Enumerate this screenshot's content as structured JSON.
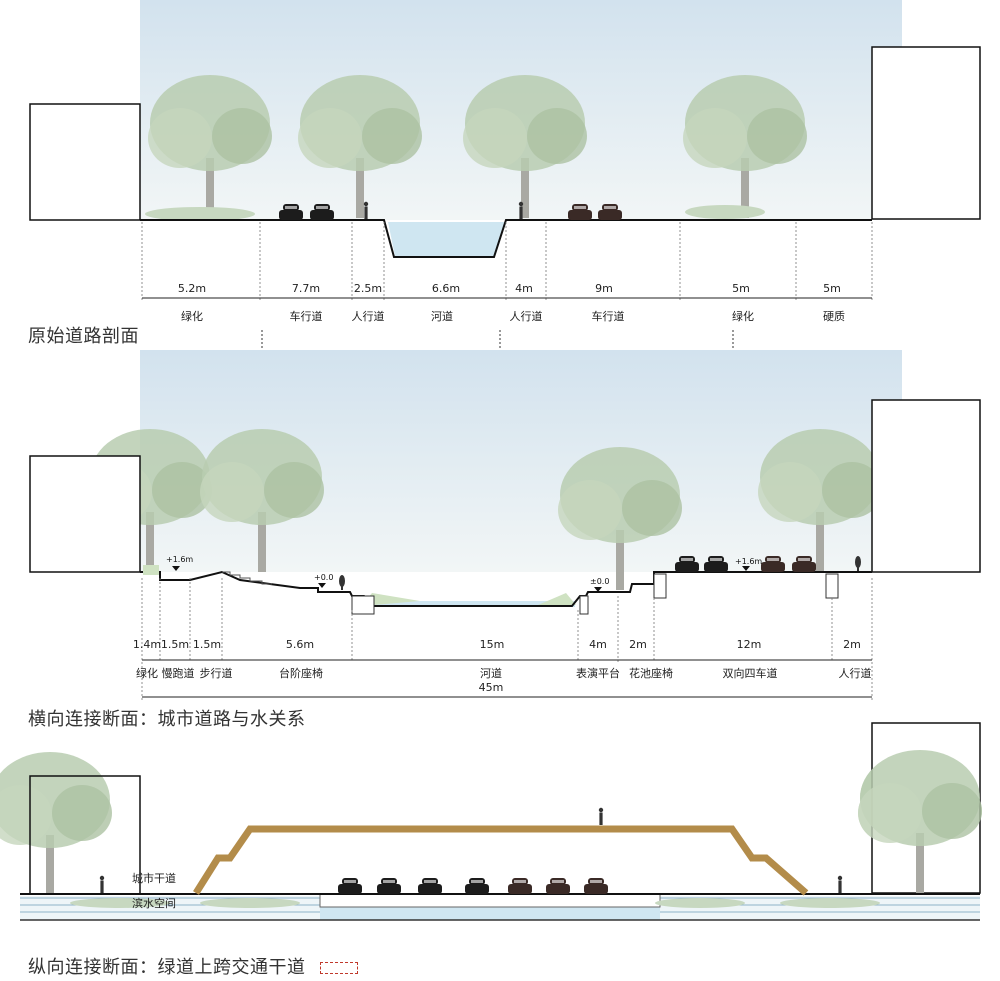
{
  "colors": {
    "sky": "#dde9f1",
    "tree": "#b9cdb0",
    "trunk": "#a9a9a3",
    "water": "#cfe6f1",
    "car_dark": "#3a2a26",
    "car_black": "#1c1c1c",
    "greenway": "#b38c4a",
    "legend_dash": "#c0392b"
  },
  "section1": {
    "title": "原始道路剖面",
    "dims": [
      "5.2m",
      "7.7m",
      "2.5m",
      "6.6m",
      "4m",
      "9m",
      "5m",
      "5m"
    ],
    "names": [
      "绿化",
      "车行道",
      "人行道",
      "河道",
      "人行道",
      "车行道",
      "绿化",
      "硬质"
    ]
  },
  "section2": {
    "title": "横向连接断面：城市道路与水关系",
    "dims": [
      "1.4m",
      "1.5m",
      "1.5m",
      "5.6m",
      "15m",
      "4m",
      "2m",
      "12m",
      "2m"
    ],
    "names": [
      "绿化",
      "慢跑道",
      "步行道",
      "台阶座椅",
      "河道",
      "表演平台",
      "花池座椅",
      "双向四车道",
      "人行道"
    ],
    "total": "45m",
    "elevations": [
      "+1.6m",
      "+0.0",
      "±0.0",
      "+1.6m"
    ]
  },
  "section3": {
    "title": "纵向连接断面：绿道上跨交通干道",
    "label_road": "城市干道",
    "label_water": "滨水空间"
  },
  "icons": [
    "car-icon",
    "tree-icon",
    "person-icon",
    "arrow-down-icon",
    "elevation-marker-icon"
  ]
}
